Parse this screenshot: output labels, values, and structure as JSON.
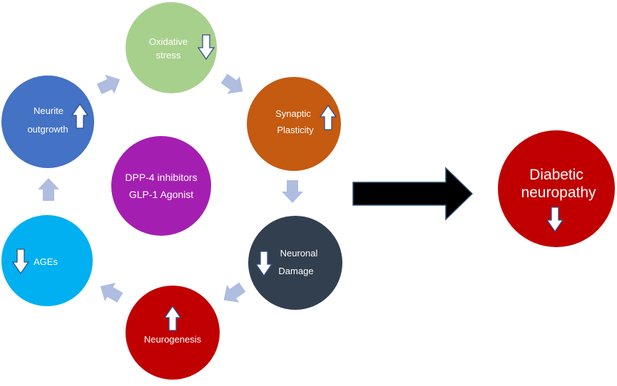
{
  "center": {
    "line1": "DPP-4 inhibitors",
    "line2": "GLP-1 Agonist",
    "color": "#a41fb1"
  },
  "nodes": {
    "oxidative": {
      "line1": "Oxidative",
      "line2": "stress",
      "direction": "down",
      "color": "#a8d08d"
    },
    "synaptic": {
      "line1": "Synaptic",
      "line2": "Plasticity",
      "direction": "up",
      "color": "#c55a11"
    },
    "neuronal": {
      "line1": "Neuronal",
      "line2": "Damage",
      "direction": "down",
      "color": "#323f4f"
    },
    "neurogenesis": {
      "line1": "Neurogenesis",
      "direction": "up",
      "color": "#c00000"
    },
    "ages": {
      "line1": "AGEs",
      "direction": "down",
      "color": "#00b0f0"
    },
    "neurite": {
      "line1": "Neurite",
      "line2": "outgrowth",
      "direction": "up",
      "color": "#4472c4"
    }
  },
  "outcome": {
    "line1": "Diabetic",
    "line2": "neuropathy",
    "direction": "down",
    "color": "#c00000"
  },
  "colors": {
    "cycle_arrow": "#aebde0",
    "main_arrow": "#000000",
    "indicator_fill": "#ffffff",
    "indicator_stroke": "#2f4f8f"
  }
}
